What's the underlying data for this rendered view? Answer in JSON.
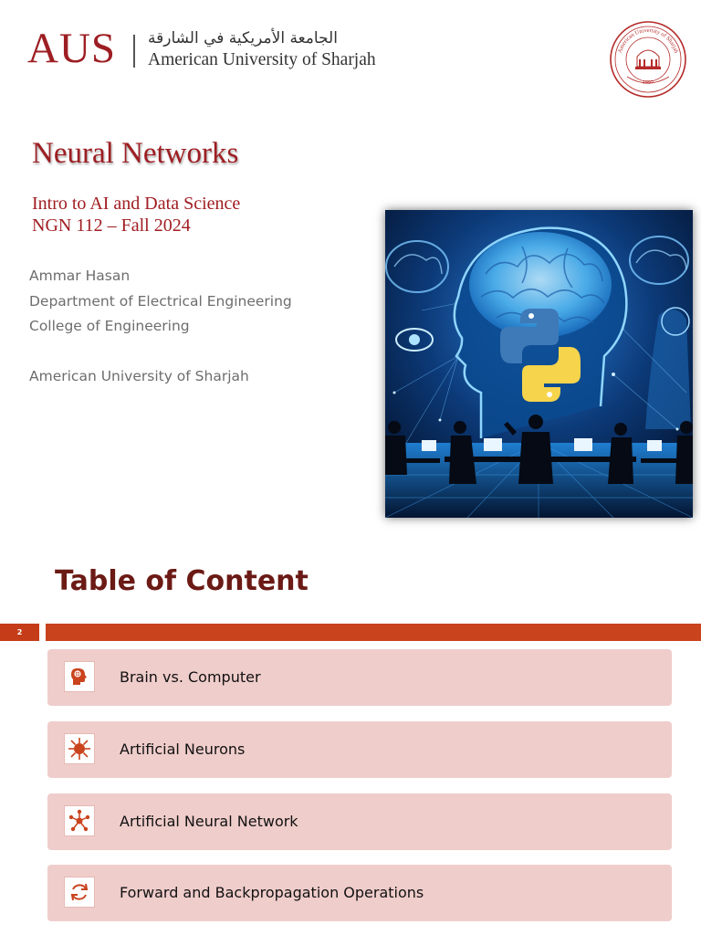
{
  "header": {
    "logo_text": "AUS",
    "university_arabic": "الجامعة الأمريكية في الشارقة",
    "university_english": "American University of Sharjah",
    "seal_text": "American University of Sharjah",
    "seal_year": "1997"
  },
  "slide": {
    "title": "Neural Networks",
    "course_line1": "Intro to AI and Data Science",
    "course_line2": "NGN 112 – Fall 2024",
    "author": "Ammar Hasan",
    "department": "Department of Electrical Engineering",
    "college": "College of Engineering",
    "university": "American University of Sharjah"
  },
  "toc": {
    "title": "Table of Content",
    "slide_number": "2",
    "accent_color": "#c9431d",
    "card_color": "#efcdcb",
    "items": [
      {
        "label": "Brain vs. Computer",
        "icon": "brain-head-icon"
      },
      {
        "label": "Artificial Neurons",
        "icon": "neuron-icon"
      },
      {
        "label": "Artificial Neural Network",
        "icon": "network-icon"
      },
      {
        "label": "Forward and Backpropagation Operations",
        "icon": "cycle-arrows-icon"
      }
    ]
  }
}
